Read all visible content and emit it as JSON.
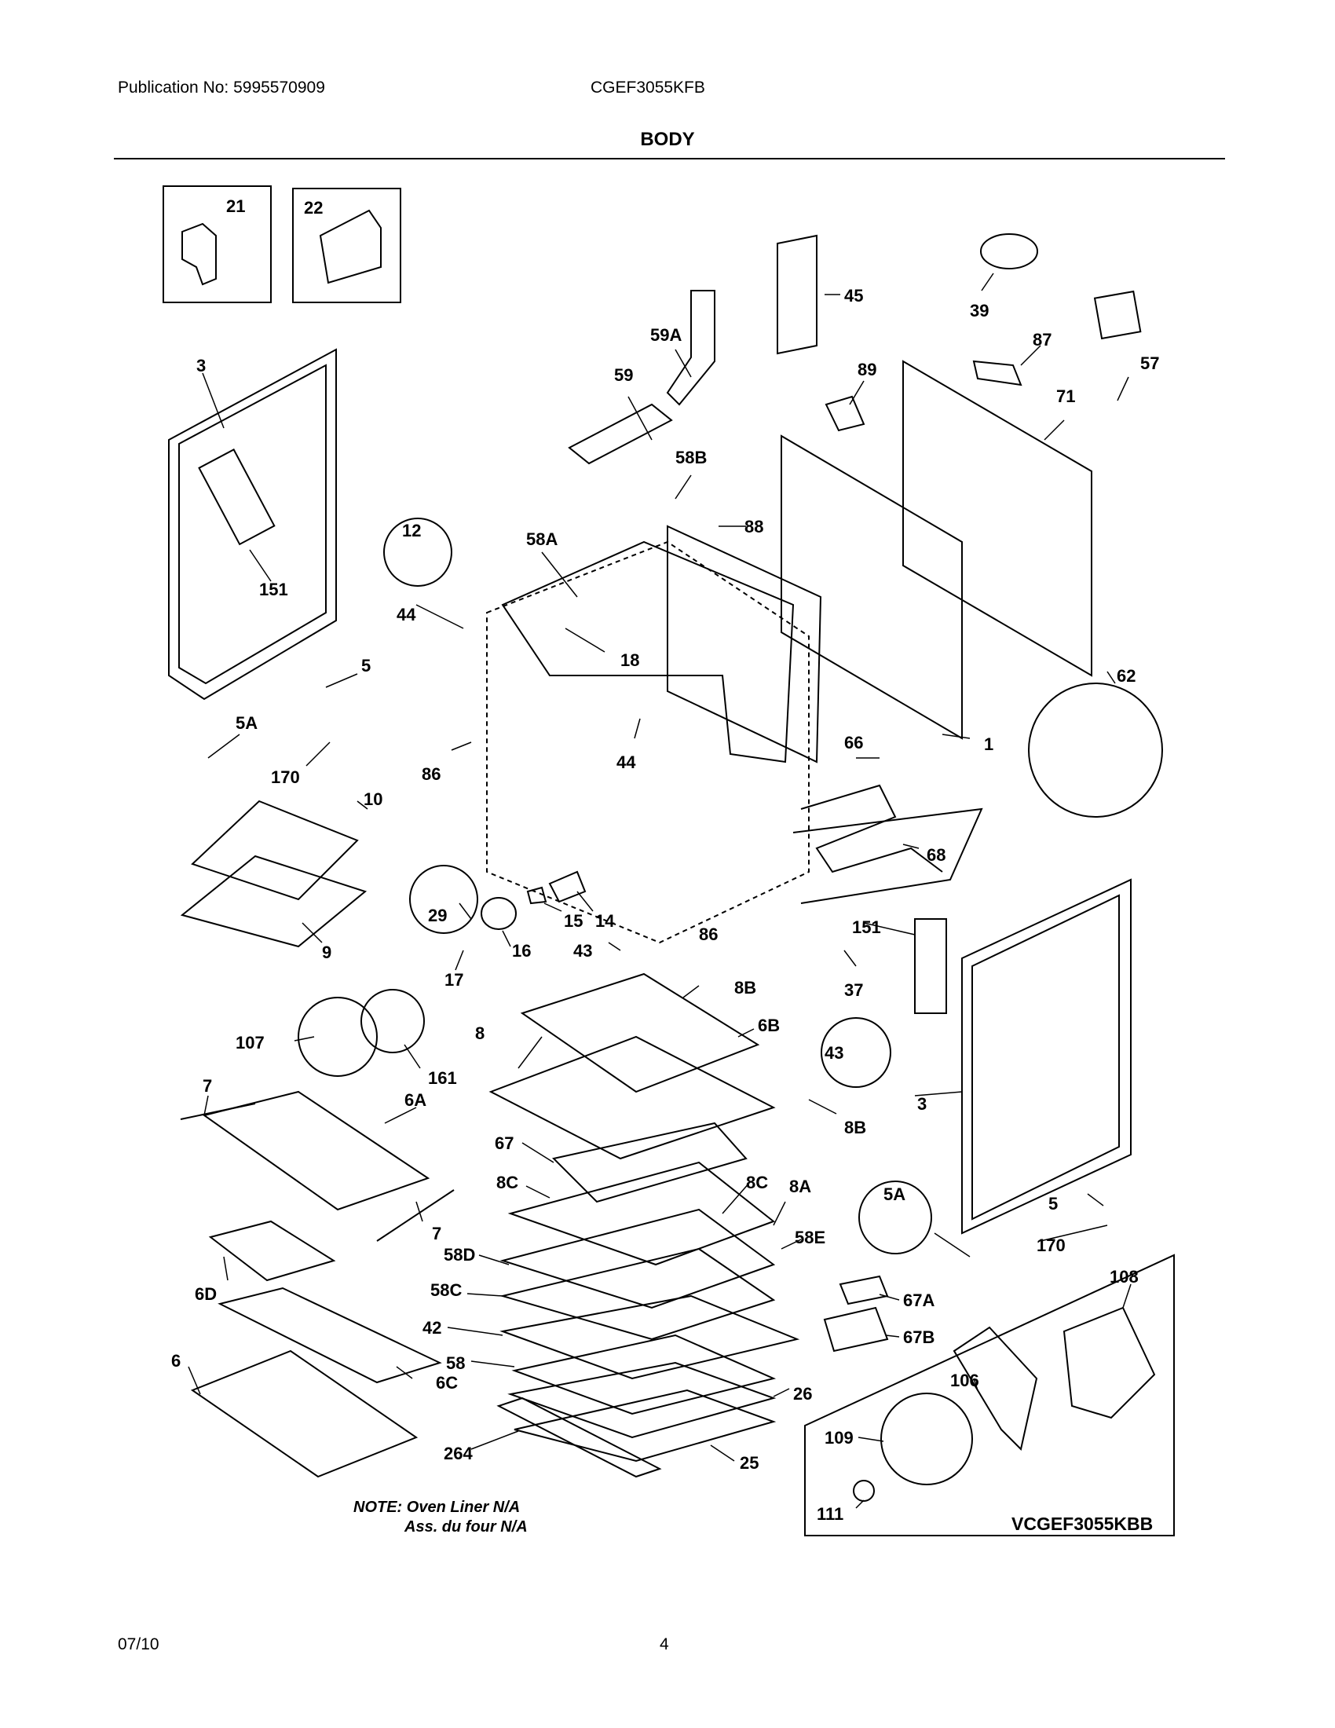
{
  "header": {
    "publication": "Publication No: 5995570909",
    "model": "CGEF3055KFB",
    "section_title": "BODY"
  },
  "footer": {
    "date": "07/10",
    "page_number": "4"
  },
  "notes": {
    "line1": "NOTE: Oven Liner N/A",
    "line2": "Ass. du four N/A"
  },
  "inset_model": "VCGEF3055KBB",
  "callouts": {
    "c21": "21",
    "c22": "22",
    "c3a": "3",
    "c151a": "151",
    "c5a": "5",
    "c5Aa": "5A",
    "c170a": "170",
    "c12": "12",
    "c44a": "44",
    "c58A": "58A",
    "c59": "59",
    "c59A": "59A",
    "c58B": "58B",
    "c88": "88",
    "c45": "45",
    "c89": "89",
    "c39": "39",
    "c87": "87",
    "c57": "57",
    "c71": "71",
    "c18": "18",
    "c44b": "44",
    "c86a": "86",
    "c1": "1",
    "c62": "62",
    "c66": "66",
    "c68": "68",
    "c10": "10",
    "c9": "9",
    "c29": "29",
    "c14": "14",
    "c15": "15",
    "c16": "16",
    "c17": "17",
    "c43a": "43",
    "c86b": "86",
    "c151b": "151",
    "c37": "37",
    "c8Ba": "8B",
    "c8": "8",
    "c6B": "6B",
    "c43b": "43",
    "c8Bb": "8B",
    "c3b": "3",
    "c107": "107",
    "c161": "161",
    "c7a": "7",
    "c6A": "6A",
    "c7b": "7",
    "c67": "67",
    "c8Ca": "8C",
    "c8Cb": "8C",
    "c8A": "8A",
    "c58D": "58D",
    "c58E": "58E",
    "c58C": "58C",
    "c42": "42",
    "c58": "58",
    "c26": "26",
    "c264": "264",
    "c25": "25",
    "c6D": "6D",
    "c6": "6",
    "c6C": "6C",
    "c5Ab": "5A",
    "c5b": "5",
    "c170b": "170",
    "c67A": "67A",
    "c67B": "67B",
    "c108": "108",
    "c106": "106",
    "c109": "109",
    "c111": "111"
  }
}
